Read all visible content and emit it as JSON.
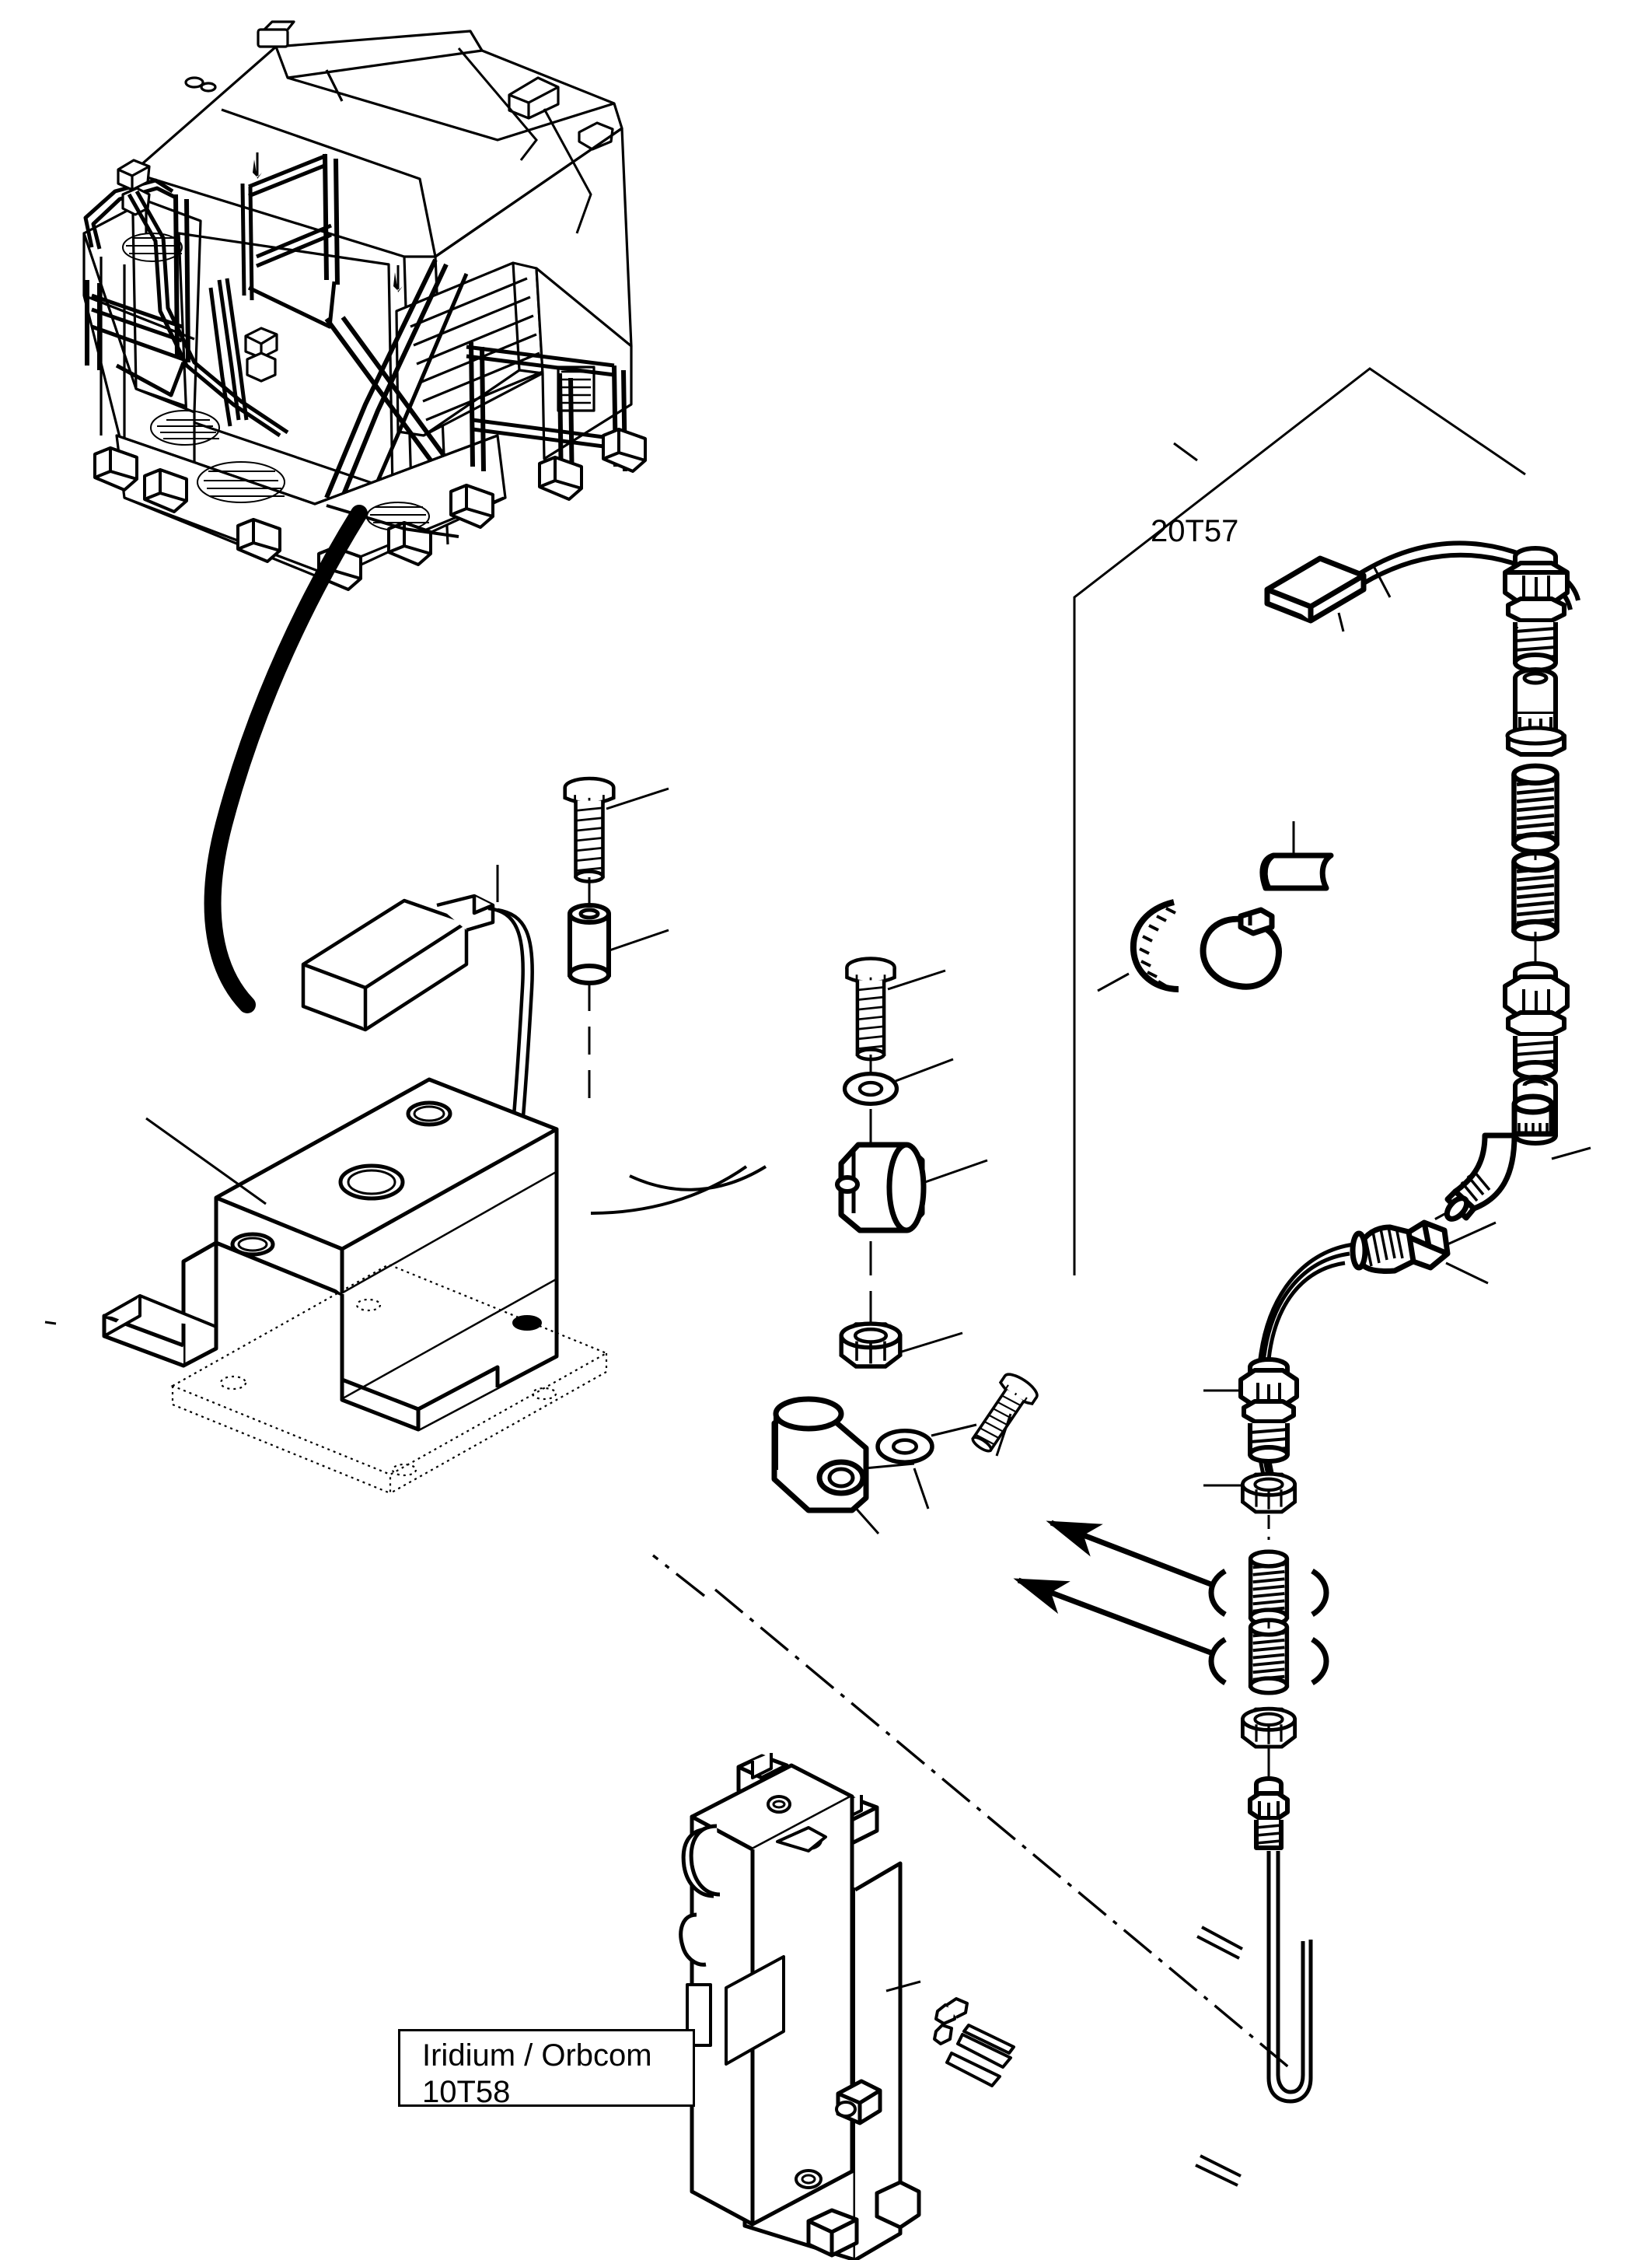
{
  "document": {
    "type": "exploded-parts-diagram",
    "subject": "Iridium / Orbcom satellite communication antenna and controller mounting assembly",
    "line_color": "#000000",
    "background_color": "#ffffff"
  },
  "labels": {
    "group_20t57": "20T57",
    "callout_line1": "Iridium / Orbcom",
    "callout_line2": "10T58"
  },
  "parts": [
    {
      "name": "machine-cab-assembly",
      "description": "Isometric line drawing of machine cab / enclosure with handrails, platform and grating"
    },
    {
      "name": "routing-cable",
      "description": "Thick solid cable routed from machine down and to the right"
    },
    {
      "name": "transceiver-module",
      "description": "Small rectangular electronics module with pigtail cable"
    },
    {
      "name": "mounting-bracket",
      "description": "Formed sheet-metal channel bracket with four mounting holes"
    },
    {
      "name": "mounting-plate-phantom",
      "description": "Phantom (dotted) flat mounting plate with four holes"
    },
    {
      "name": "hex-bolt-upper",
      "description": "Hex head bolt above the spacer"
    },
    {
      "name": "cylindrical-spacer",
      "description": "Tubular spacer / collar"
    },
    {
      "name": "hex-bolt-center",
      "description": "Hex head bolt of the center clamp stack"
    },
    {
      "name": "flat-washer-center",
      "description": "Flat washer of the center clamp stack"
    },
    {
      "name": "cable-clamp-center",
      "description": "Cylindrical cable clamp / saddle"
    },
    {
      "name": "hex-nut-center",
      "description": "Hex nut of the center clamp stack"
    },
    {
      "name": "p-clamp-lower",
      "description": "P-clamp / loop clamp for cable routing"
    },
    {
      "name": "flat-washer-lower",
      "description": "Flat washer beside the P-clamp"
    },
    {
      "name": "hex-bolt-lower",
      "description": "Hex head bolt beside the P-clamp"
    },
    {
      "name": "gps-antenna-pad",
      "description": "Flat square antenna pad with lead cable"
    },
    {
      "name": "antenna-connector-stack",
      "description": "Vertical exploded stack of RF connectors, adapters, ferrules and threaded bushings"
    },
    {
      "name": "cable-tie",
      "description": "Serrated plastic cable tie loop"
    },
    {
      "name": "protective-sleeve",
      "description": "Short protective tube / sleeve"
    },
    {
      "name": "elbow-connector",
      "description": "Right angle (90 degree) RF elbow connector"
    },
    {
      "name": "bulkhead-hex-fitting",
      "description": "Large threaded bulkhead hex gland fitting with wire bundle"
    },
    {
      "name": "lower-connector-stack",
      "description": "Lower exploded stack: gland, lock nut, two threaded ferrules and hex nut"
    },
    {
      "name": "coax-cable-loop",
      "description": "Long coaxial cable running down with a return bend"
    },
    {
      "name": "controller-ecu",
      "description": "Controller / ECU box mounted in a bracket frame"
    },
    {
      "name": "terminal-pins",
      "description": "Small connector terminals and pins"
    }
  ],
  "annotations": {
    "arrow_count": 2,
    "arrow_description": "Two solid leader arrows pointing left from the threaded ferrules",
    "leader_lines": "Thin leader lines connect each part to its part-number position",
    "center_lines": "Dash-dot axis lines align exploded components"
  }
}
